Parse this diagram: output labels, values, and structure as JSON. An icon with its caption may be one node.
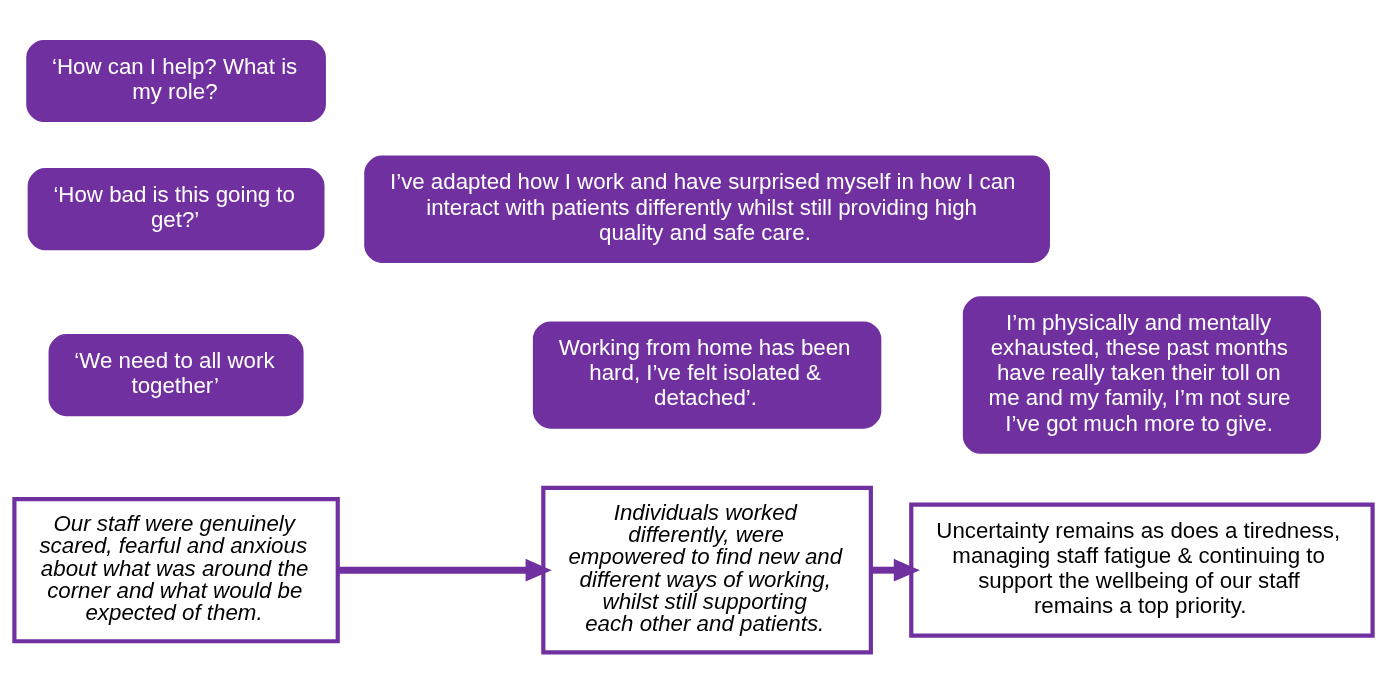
{
  "diagram": {
    "nodes": [
      {
        "text": [
          "‘How can I help? What is my role?"
        ]
      },
      {
        "text": [
          "‘How bad is this going to get?’"
        ]
      },
      {
        "text": [
          "‘We need to all work together’"
        ]
      },
      {
        "text": [
          "I’ve adapted how I work and have surprised myself in how I can interact with patients differently whilst still providing high quality and safe care."
        ]
      },
      {
        "text": [
          "Working from home has been hard, I’ve felt isolated & detached’."
        ]
      },
      {
        "text": [
          "I’m physically and mentally exhausted, these past months have really taken their toll on me and my family, I’m not sure I’ve got much more to give."
        ]
      },
      {
        "text": [
          "Our staff were genuinely scared, fearful and anxious about what was around the corner and what would be expected of them."
        ]
      },
      {
        "text": [
          "Individuals worked differently, were empowered to find new and different ways of working, whilst still supporting each other and patients."
        ]
      },
      {
        "text": [
          "Uncertainty remains as does a tiredness, managing staff fatigue & continuing to support the wellbeing of our staff remains a top priority."
        ]
      }
    ],
    "edges": [
      {
        "from": 6,
        "to": 7,
        "arrow": "to"
      },
      {
        "from": 7,
        "to": 8,
        "arrow": "to"
      }
    ]
  }
}
